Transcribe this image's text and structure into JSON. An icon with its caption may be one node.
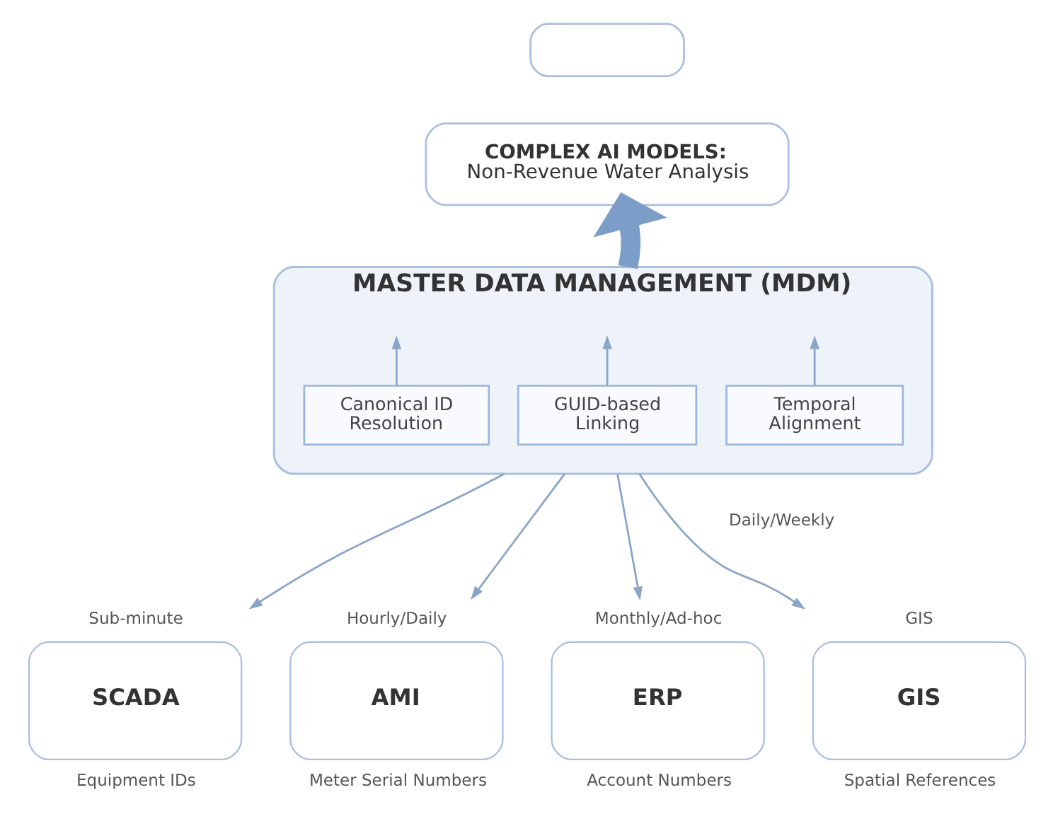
{
  "diagram": {
    "nodes": [
      {
        "text": [],
        "shape": "box"
      },
      {
        "text": [
          "COMPLEX AI MODELS:",
          "Non-Revenue Water Analysis"
        ]
      },
      {
        "text": [
          "MASTER DATA MANAGEMENT (MDM)"
        ]
      },
      {
        "text": [
          "Canonical ID Resolution"
        ],
        "in": 2
      },
      {
        "text": [
          "GUID-based Linking"
        ],
        "in": 2
      },
      {
        "text": [
          "Temporal Alignment"
        ],
        "in": 2
      },
      {
        "text": [
          "SCADA"
        ],
        "beside": [
          "Sub-minute",
          "Equipment IDs"
        ]
      },
      {
        "text": [
          "AMI"
        ],
        "beside": [
          "Hourly/Daily",
          "Meter Serial Numbers"
        ]
      },
      {
        "text": [
          "ERP"
        ],
        "beside": [
          "Monthly/Ad-hoc",
          "Account Numbers"
        ]
      },
      {
        "text": [
          "GIS"
        ],
        "beside": [
          "GIS",
          "Spatial References"
        ]
      }
    ],
    "edges": [
      {
        "from": 2,
        "to": 1,
        "arrow": "to",
        "style": "thick",
        "color": "#7b9dc7"
      },
      {
        "from": 3,
        "to": null,
        "arrow": "to"
      },
      {
        "from": 4,
        "to": null,
        "arrow": "to"
      },
      {
        "from": 5,
        "to": null,
        "arrow": "to"
      },
      {
        "from": 2,
        "to": 6,
        "arrow": "to"
      },
      {
        "from": 2,
        "to": 7,
        "arrow": "to"
      },
      {
        "from": 2,
        "to": 8,
        "arrow": "to"
      },
      {
        "from": 2,
        "to": 9,
        "arrow": "to"
      }
    ],
    "labels": [
      "Daily/Weekly"
    ]
  }
}
